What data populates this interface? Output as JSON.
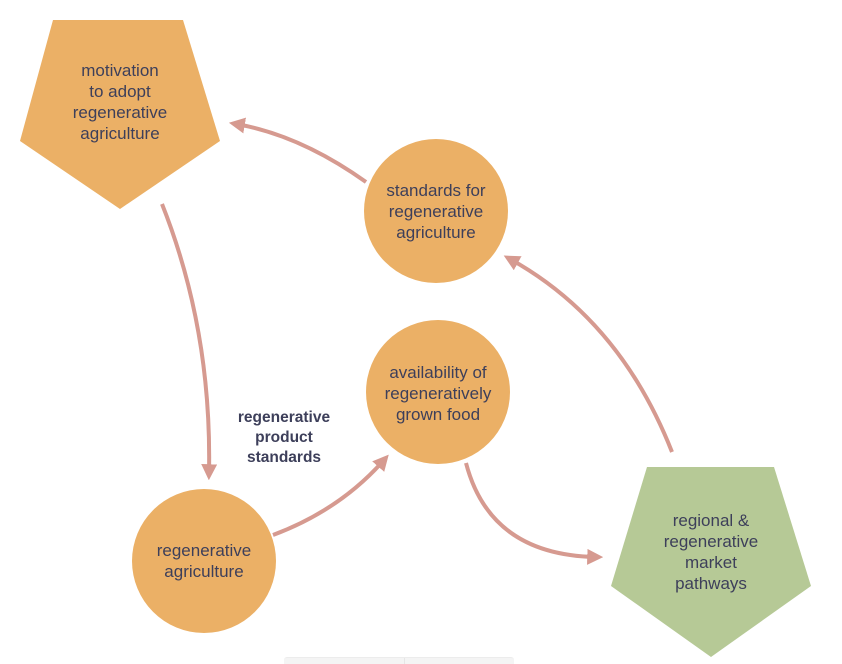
{
  "colors": {
    "orange_node": "#ebb066",
    "green_node": "#b6c996",
    "arrow": "#d69a90",
    "text": "#3d3f5a",
    "background": "#ffffff"
  },
  "nodes": [
    {
      "id": "motivation",
      "shape": "pentagon",
      "fill": "orange",
      "label": "motivation\nto adopt\nregenerative\nagriculture"
    },
    {
      "id": "standards",
      "shape": "circle",
      "fill": "orange",
      "label": "standards for\nregenerative\nagriculture"
    },
    {
      "id": "availability",
      "shape": "circle",
      "fill": "orange",
      "label": "availability of\nregeneratively\ngrown food"
    },
    {
      "id": "regen_ag",
      "shape": "circle",
      "fill": "orange",
      "label": "regenerative\nagriculture"
    },
    {
      "id": "market",
      "shape": "pentagon",
      "fill": "green",
      "label": "regional &\nregenerative\nmarket\npathways"
    }
  ],
  "edges": [
    {
      "from": "standards",
      "to": "motivation"
    },
    {
      "from": "motivation",
      "to": "regen_ag"
    },
    {
      "from": "regen_ag",
      "to": "availability"
    },
    {
      "from": "availability",
      "to": "market"
    },
    {
      "from": "market",
      "to": "standards"
    }
  ],
  "edge_labels": [
    {
      "text": "regenerative\nproduct\nstandards"
    }
  ]
}
